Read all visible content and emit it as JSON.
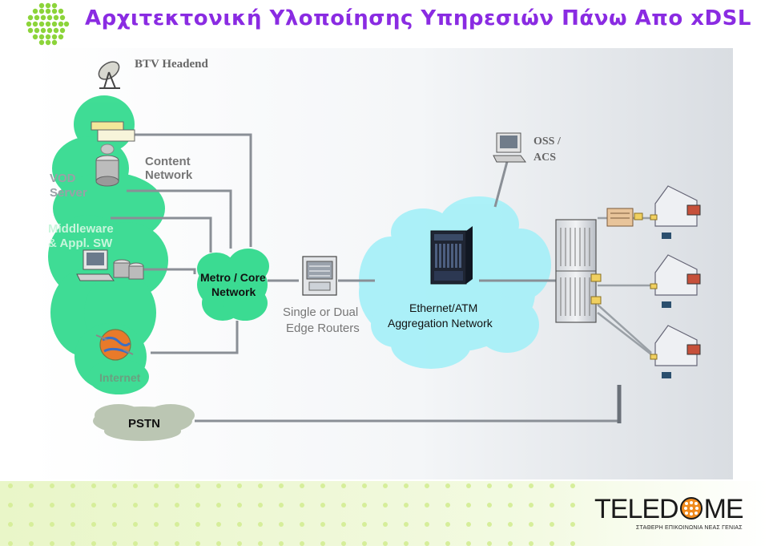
{
  "title": "Αρχιτεκτονική Υλοποίησης Υπηρεσιών Πάνω Απο xDSL",
  "labels": {
    "btv": "BTV Headend",
    "vod_line1": "VOD",
    "vod_line2": "Server",
    "content_line1": "Content",
    "content_line2": "Network",
    "middleware_line1": "Middleware",
    "middleware_line2": "& Appl. SW",
    "internet": "Internet",
    "metro_line1": "Metro / Core",
    "metro_line2": "Network",
    "edge_line1": "Single or Dual",
    "edge_line2": "Edge Routers",
    "eth_line1": "Ethernet/ATM",
    "eth_line2": "Aggregation Network",
    "oss_line1": "OSS /",
    "oss_line2": "ACS",
    "pstn": "PSTN"
  },
  "logo": {
    "name_left": "TELED",
    "name_right": "ME",
    "tagline": "ΣΤΑΘΕΡΗ ΕΠΙΚΟΙΝΩΝΙΑ ΝΕΑΣ ΓΕΝΙΑΣ"
  },
  "colors": {
    "title": "#8a2be2",
    "cloud_green": "#2bd98a",
    "cloud_cyan": "#a8f0f8",
    "cloud_grey": "#b8c4b0",
    "logo_dots": "#8cd43a",
    "link_grey": "#8a8f96"
  }
}
